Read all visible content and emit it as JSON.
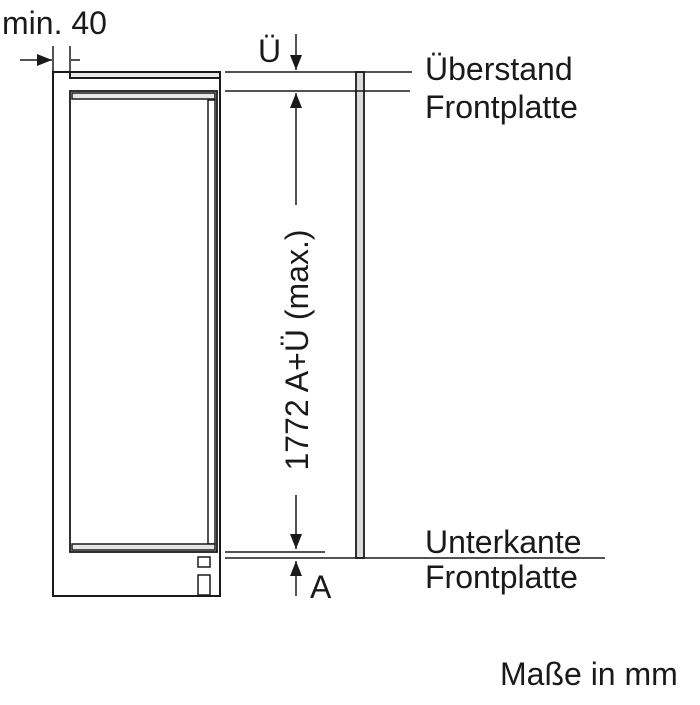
{
  "labels": {
    "min_gap": "min. 40",
    "overhang_symbol": "Ü",
    "overhang_line1": "Überstand",
    "overhang_line2": "Frontplatte",
    "height_dimension": "1772 A+Ü (max.)",
    "bottom_symbol": "A",
    "bottom_line1": "Unterkante",
    "bottom_line2": "Frontplatte",
    "units_note": "Maße in mm"
  }
}
